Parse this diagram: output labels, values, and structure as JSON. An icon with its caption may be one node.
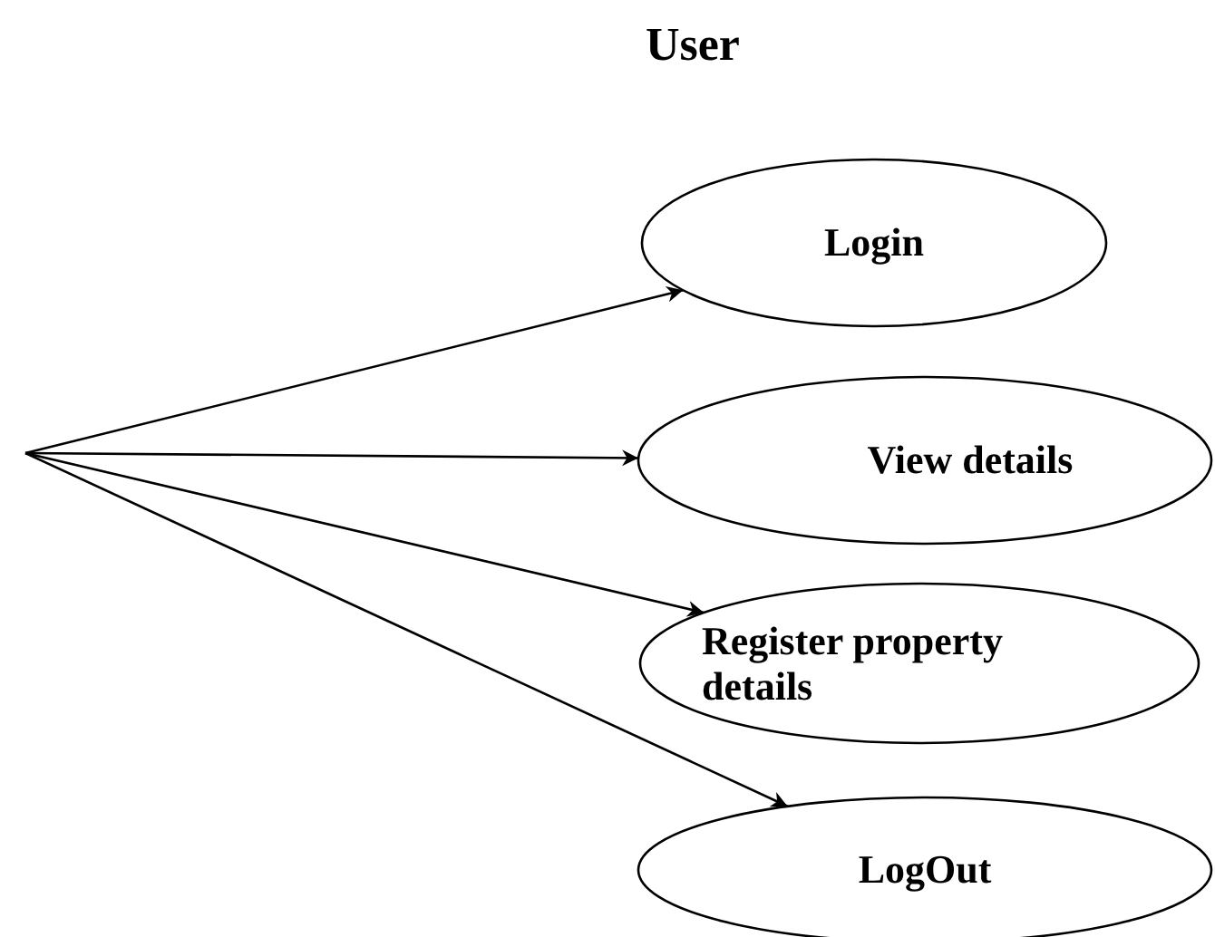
{
  "diagram": {
    "title": "User",
    "nodes": [
      {
        "text": [
          "Login"
        ]
      },
      {
        "text": [
          "View details"
        ]
      },
      {
        "text": [
          "Register property details"
        ]
      },
      {
        "text": [
          "LogOut"
        ]
      }
    ],
    "edges": [
      {
        "from": null,
        "to": 0,
        "arrow": "to"
      },
      {
        "from": null,
        "to": 1,
        "arrow": "to"
      },
      {
        "from": null,
        "to": 2,
        "arrow": "to"
      },
      {
        "from": null,
        "to": 3,
        "arrow": "to"
      }
    ]
  }
}
